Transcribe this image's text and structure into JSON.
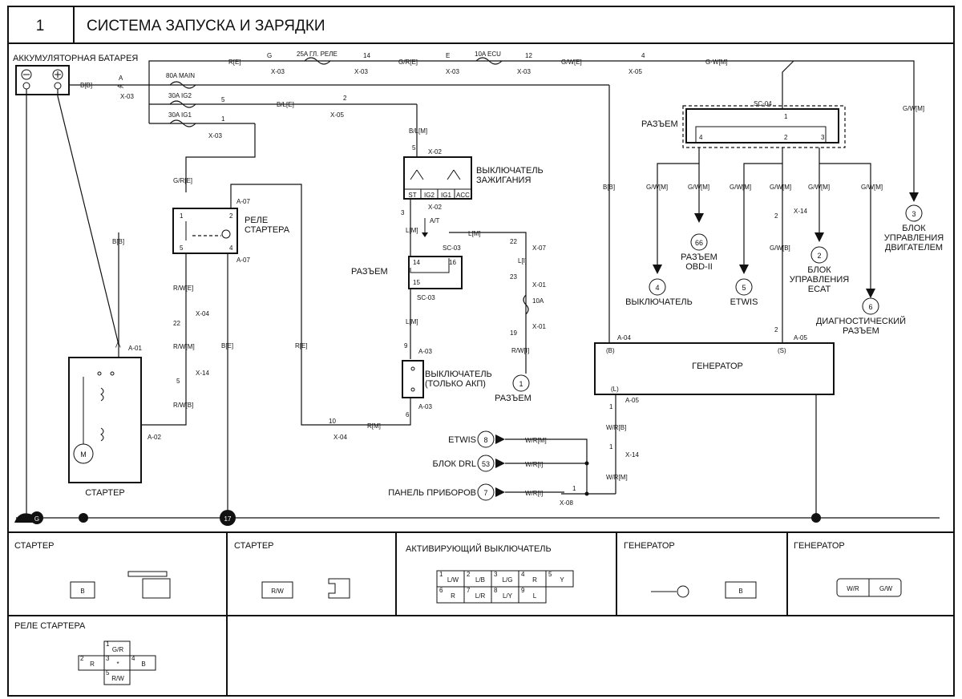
{
  "header": {
    "page_number": "1",
    "title": "СИСТЕМА ЗАПУСКА И ЗАРЯДКИ"
  },
  "diagram": {
    "battery_label": "АККУМУЛЯТОРНАЯ БАТАРЕЯ",
    "fuse_main_relay": "25A ГЛ. РЕЛЕ",
    "fuse_ecu": "10A ECU",
    "fuse_main": "80A MAIN",
    "fuse_ig2": "30A IG2",
    "fuse_ig1": "30A IG1",
    "fuse_10a": "10A",
    "ignition_switch_label": "ВЫКЛЮЧАТЕЛЬ\nЗАЖИГАНИЯ",
    "ign_terminals": [
      "ST",
      "IG2",
      "IG1",
      "ACC"
    ],
    "starter_relay_label": "РЕЛЕ\nСТАРТЕРА",
    "connector_label_1": "РАЗЪЕМ",
    "connector_label_2": "РАЗЪЕМ",
    "inhibitor_label": "ВЫКЛЮЧАТЕЛЬ\n(ТОЛЬКО АКП)",
    "starter_label": "СТАРТЕР",
    "generator_label": "ГЕНЕРАТОР",
    "at_label": "A/T",
    "ref_items": [
      {
        "num": "1",
        "text": "РАЗЪЕМ"
      },
      {
        "num": "2",
        "text": "БЛОК\nУПРАВЛЕНИЯ\nECAT"
      },
      {
        "num": "3",
        "text": "БЛОК\nУПРАВЛЕНИЯ\nДВИГАТЕЛЕМ"
      },
      {
        "num": "4",
        "text": "ВЫКЛЮЧАТЕЛЬ"
      },
      {
        "num": "5",
        "text": "ETWIS"
      },
      {
        "num": "6",
        "text": "ДИАГНОСТИЧЕСКИЙ\nРАЗЪЕМ"
      },
      {
        "num": "66",
        "text": "РАЗЪЕМ\nOBD-II"
      }
    ],
    "inputs": [
      {
        "num": "8",
        "text": "ETWIS",
        "wire": "W/R[M]"
      },
      {
        "num": "53",
        "text": "БЛОК DRL",
        "wire": "W/R[I]"
      },
      {
        "num": "7",
        "text": "ПАНЕЛЬ ПРИБОРОВ",
        "wire": "W/R[I]"
      }
    ],
    "grounds": [
      "G",
      "17"
    ],
    "wire_labels": {
      "bb": "B[B]",
      "re": "R[E]",
      "grE": "G/R[E]",
      "gwE": "G/W[E]",
      "gwM": "G·W[M]",
      "ble": "B/L[E]",
      "blm": "B/L[M]",
      "lm": "L[M]",
      "rwe": "R/W[E]",
      "rwm": "R/W[M]",
      "rwb": "R/W[B]",
      "be": "B[E]",
      "rm": "R[M]",
      "li": "L[I]",
      "rwi": "R/W[I]",
      "wrb": "W/R[B]",
      "wrm": "W/R[M]",
      "gwb": "G/W[B]",
      "gwm2": "G/W[M]"
    },
    "connector_ids": {
      "x03": "X-03",
      "x05": "X-05",
      "x02": "X-02",
      "x04": "X-04",
      "x14": "X-14",
      "x07": "X-07",
      "x01": "X-01",
      "x08": "X-08",
      "a01": "A-01",
      "a02": "A-02",
      "a03": "A-03",
      "a04": "A-04",
      "a05": "A-05",
      "a07": "A-07",
      "sc03": "SC-03",
      "sc04": "SC-04"
    }
  },
  "connectors_panel": [
    {
      "title": "СТАРТЕР",
      "pins": [
        "B"
      ]
    },
    {
      "title": "СТАРТЕР",
      "pins": [
        "R/W"
      ]
    },
    {
      "title": "АКТИВИРУЮЩИЙ ВЫКЛЮЧАТЕЛЬ",
      "pins": [
        "L/W",
        "L/B",
        "L/G",
        "R",
        "Y",
        "R",
        "L/R",
        "L/Y",
        "L"
      ]
    },
    {
      "title": "ГЕНЕРАТОР",
      "pins": [
        "B"
      ]
    },
    {
      "title": "ГЕНЕРАТОР",
      "pins": [
        "W/R",
        "G/W"
      ]
    },
    {
      "title": "РЕЛЕ СТАРТЕРА",
      "pins": [
        "G/R",
        "R",
        "*",
        "B",
        "R/W"
      ]
    }
  ]
}
